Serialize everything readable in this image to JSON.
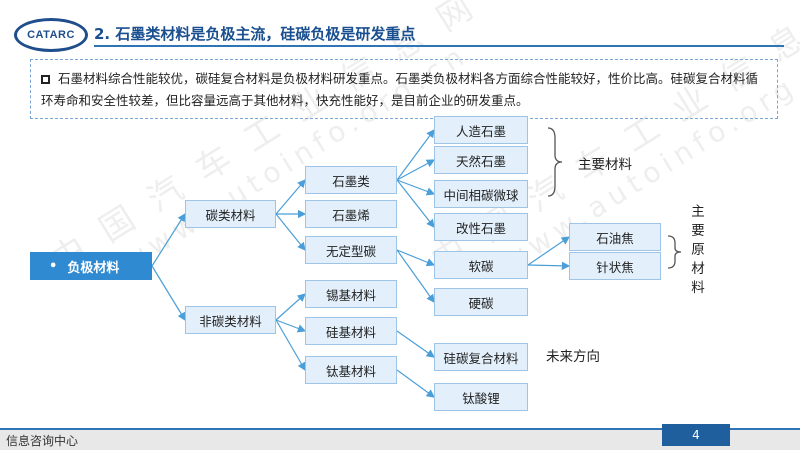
{
  "header": {
    "logo_text": "CATARC",
    "title": "2. 石墨类材料是负极主流，硅碳负极是研发重点"
  },
  "intro": {
    "text": "石墨材料综合性能较优，碳硅复合材料是负极材料研发重点。石墨类负极材料各方面综合性能较好，性价比高。硅碳复合材料循环寿命和安全性较差，但比容量远高于其他材料，快充性能好，是目前企业的研发重点。"
  },
  "watermark": {
    "left": "中 国 汽 车 工 业 信 息 网",
    "left_url": "www.autoinfo.org.cn",
    "right": "中 国 汽 车 工 业 信 息 网",
    "right_url": "www.autoinfo.org.cn"
  },
  "tree": {
    "root": "负极材料",
    "root_bullet": "•",
    "carbon": "碳类材料",
    "noncarbon": "非碳类材料",
    "graphite_class": "石墨类",
    "graphene": "石墨烯",
    "amorphous": "无定型碳",
    "tin": "锡基材料",
    "silicon": "硅基材料",
    "titanium": "钛基材料",
    "artificial": "人造石墨",
    "natural": "天然石墨",
    "mcmb": "中间相碳微球",
    "modified": "改性石墨",
    "soft": "软碳",
    "hard": "硬碳",
    "sic": "硅碳复合材料",
    "lto": "钛酸锂",
    "petroleum_coke": "石油焦",
    "needle_coke": "针状焦"
  },
  "notes": {
    "main_materials": "主要材料",
    "main_raw": "主要原材料",
    "future": "未来方向"
  },
  "footer": {
    "label": "信息咨询中心",
    "page": "4"
  },
  "colors": {
    "accent": "#2e75b6",
    "root_fill": "#2f8ad1",
    "node_fill": "#e3f0fb",
    "connector": "#4a9fd8"
  }
}
